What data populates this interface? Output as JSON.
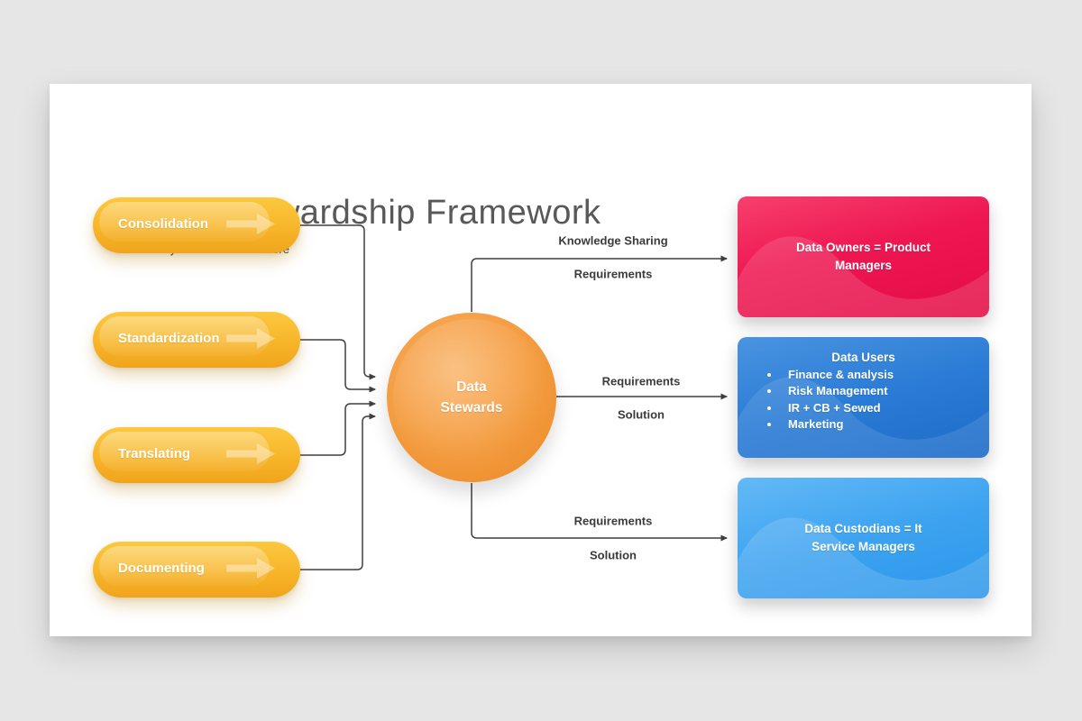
{
  "slide": {
    "title": "Data Stewardship Framework",
    "subtitle": "Enter your sub headline here"
  },
  "process_pills": [
    {
      "label": "Consolidation"
    },
    {
      "label": "Standardization"
    },
    {
      "label": "Translating"
    },
    {
      "label": "Documenting"
    }
  ],
  "hub": {
    "label": "Data Stewards"
  },
  "connectors": [
    {
      "above": "Knowledge Sharing",
      "below": "Requirements"
    },
    {
      "above": "Requirements",
      "below": "Solution"
    },
    {
      "above": "Requirements",
      "below": "Solution"
    }
  ],
  "cards": [
    {
      "text": "Data Owners = Product Managers",
      "accent": "#ee1752"
    },
    {
      "title": "Data Users",
      "bullets": [
        "Finance & analysis",
        "Risk Management",
        "IR + CB + Sewed",
        "Marketing"
      ],
      "accent": "#2b7cd6"
    },
    {
      "text": "Data Custodians = It Service Managers",
      "accent": "#3da3f0"
    }
  ],
  "colors": {
    "page_background": "#e7e6e6",
    "slide_background": "#ffffff",
    "pill_gold_top": "#fcc83e",
    "pill_gold_bottom": "#f0a41c",
    "hub_orange": "#f3993a",
    "line": "#3f3f3f",
    "title_text": "#595959"
  }
}
